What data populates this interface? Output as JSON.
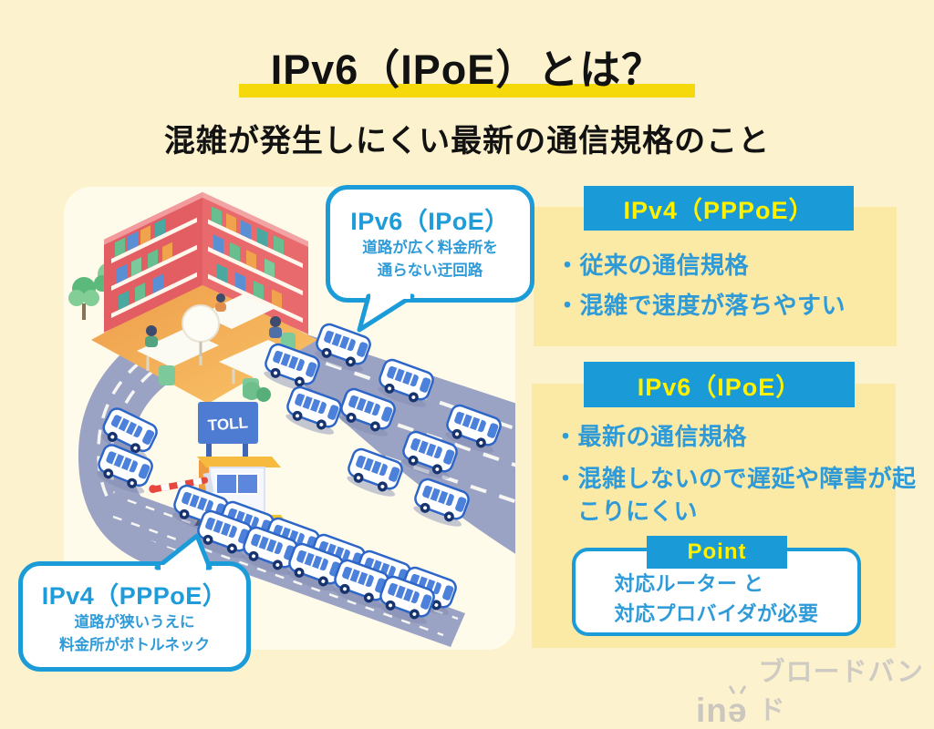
{
  "page": {
    "title": "IPv6（IPoE）とは？",
    "subtitle": "混雑が発生しにくい最新の通信規格のこと"
  },
  "illustration": {
    "toll_sign": "TOLL",
    "bubbles": {
      "ipv6": {
        "title": "IPv6（IPoE）",
        "line1": "道路が広く料金所を",
        "line2": "通らない迂回路"
      },
      "ipv4": {
        "title": "IPv4（PPPoE）",
        "line1": "道路が狭いうえに",
        "line2": "料金所がボトルネック"
      }
    }
  },
  "panels": {
    "ipv4": {
      "header": "IPv4（PPPoE）",
      "bullets": [
        "・従来の通信規格",
        "・混雑で速度が落ちやすい"
      ]
    },
    "ipv6": {
      "header": "IPv6（IPoE）",
      "bullets": [
        "・最新の通信規格",
        "・混雑しないので遅延や障害が起こりにくい"
      ],
      "point": {
        "label": "Point",
        "line1": "対応ルーター と",
        "line2": "対応プロバイダが必要"
      }
    }
  },
  "footer": {
    "logo_in": "in",
    "logo_e": "ǝ",
    "logo_suffix": "ブロードバンド"
  },
  "colors": {
    "accent_blue": "#1B9BD8",
    "accent_yellow": "#FFF100",
    "underline_yellow": "#F5D90A",
    "panel_bg": "#FBE9A6",
    "page_bg": "#FCF3CE",
    "card_bg": "#FFFBEB",
    "road_gray": "#9BA3C4"
  }
}
